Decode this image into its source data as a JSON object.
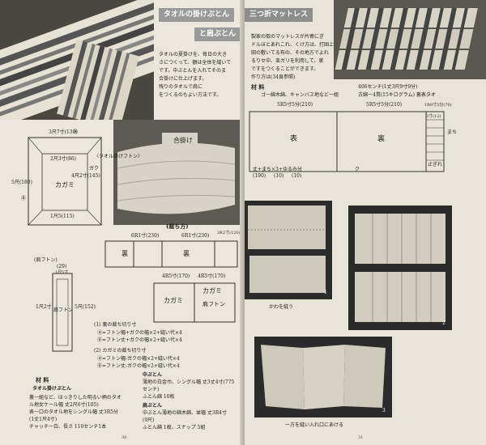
{
  "left_page": {
    "title_line1": "タオルの掛けぶとん",
    "title_line2": "と肩ぶとん",
    "intro": [
      "タオルの夏掛けを、毎日の大き",
      "さにつくって、額は全体を縫いて",
      "です。中ぶとんを入れてそのま",
      "合掛けに仕上げます。",
      "残りのタオルで肩に",
      "をつくるのもよい方法です。"
    ],
    "photo_label": "合掛け",
    "towel_futon_label": "〈タオル掛けフトン〉",
    "diagram1": {
      "top": "3尺7寸(130)",
      "circleA": "Ⓐ",
      "circleB": "Ⓑ",
      "center": "カガミ",
      "inner_top": "2尺3寸(86)",
      "side_left": "5尺(180)",
      "side_inner": "4尺2寸(145)",
      "bottom": "1尺5(115)",
      "edge": "ガク"
    },
    "cutting_title": "(裁ち方)",
    "cutting": {
      "dims": [
        "6R1寸(230)",
        "6R1寸(230)",
        "3R2寸(120)"
      ],
      "ura": [
        "裏",
        "裏"
      ],
      "sub_dims": [
        "4R5寸(170)",
        "4R5寸(170)"
      ],
      "kagami": [
        "カガミ",
        "カガミ"
      ],
      "kata": "肩フトン"
    },
    "shoulder_label": "(肩フトン)",
    "shoulder": {
      "top": "(29)",
      "dim": "1尺5寸",
      "center": "肩フトン",
      "side": "5尺(152)",
      "side2": "1尺2寸"
    },
    "notes": [
      "(1)  裏の裁ち切り寸",
      "④=フトン幅+ガクの幅×2+縫い代×4",
      "⑧=フトン丈+ガクの幅×2+縫い代×4",
      "(2)  カガミの裁ち切り寸",
      "④=フトン幅-ガクの幅×2+縫い代×4",
      "⑧=フトン丈-ガクの幅×2+縫い代×4"
    ],
    "materials_title": "材  料",
    "materials_sub": "タオル掛けぶとん",
    "materials_left": [
      "裏一組など、はっきりした明るい柄のタオ",
      "ル地女ケール幅  丈2尺6寸(105)",
      "表一口のタオル地をシングル幅  丈3R5分",
      "(1丈1尺4寸)",
      "チャッチー白、長さ  110センチ1本"
    ],
    "materials_right": [
      "中ぶとん",
      "薄地の白金巾、シングル幅  丈3丈4寸(775",
      "センチ)",
      "ふとん綿  10枚",
      "肩ぶとん",
      "中ぶとん薄地の綿木綿、並幅  丈3R4寸",
      "(9尺)",
      "ふとん綿  1枚、スナップ  5組"
    ],
    "page_number": "30"
  },
  "right_page": {
    "title": "三つ折マットレス",
    "intro": [
      "製家の取のマットレスが片寄にぎ",
      "ドルほとあれこれ、くけ方は、打固上の",
      "田の敷いてる布の、その地方でよれ",
      "るりセ中、束ガリを利用して、家",
      "ですをつくることができます。",
      "作り方は(34頁参照)"
    ],
    "materials_title": "材  料",
    "materials": [
      "ゴ一綿木綿、キャンバス地など一組",
      "406センチ(1丈3尺9寸9分)",
      "古綿ー4貫(15キログラム)  裏表タオ"
    ],
    "diagram": {
      "dims_top": [
        "5R5寸5分(210)",
        "5R5寸5分(210)",
        "1R9寸5分(70)"
      ],
      "panel_labels": [
        "表",
        "裏"
      ],
      "side_label": "まち",
      "side_dim": "3寸(12)",
      "bottom_label": "止ぎれ",
      "bottom_dims": [
        "丈+まち×3+ゆるみ分",
        "(190)",
        "(10)",
        "(10)"
      ],
      "bottom_letter": "ク"
    },
    "step1_caption": "かわを縫う",
    "step3_caption": "一方を縫い入れ口にあける",
    "step_numbers": [
      "1",
      "2",
      "3"
    ],
    "page_number": "31"
  }
}
